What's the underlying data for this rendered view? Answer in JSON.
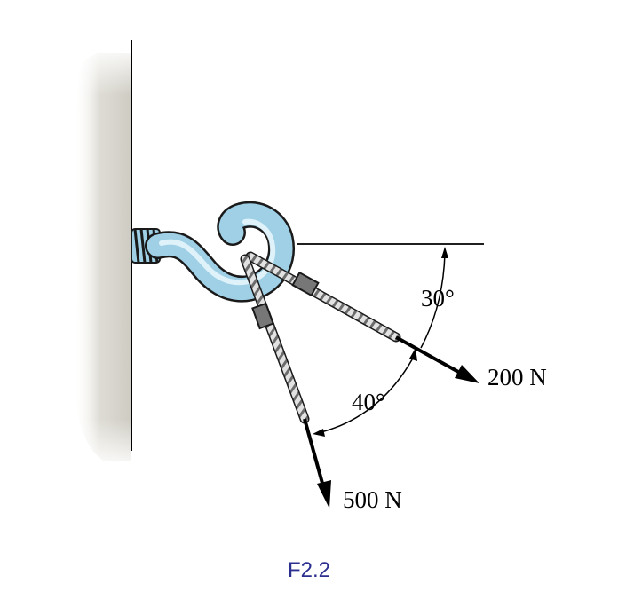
{
  "figure": {
    "caption": "F2.2",
    "caption_color": "#2b2f8f",
    "angle_upper": "30°",
    "angle_lower": "40°",
    "force_right": "200 N",
    "force_down": "500 N",
    "icons": [
      "wall-icon",
      "hook-icon",
      "cable-icon",
      "force-arrow-icon",
      "angle-arc-icon"
    ],
    "colors": {
      "hook_fill": "#9fd0e6",
      "hook_outline": "#1a1a1a",
      "wall_shade": "#cfcdc4",
      "cable_light": "#d8d8d8",
      "cable_dark": "#555555"
    }
  }
}
